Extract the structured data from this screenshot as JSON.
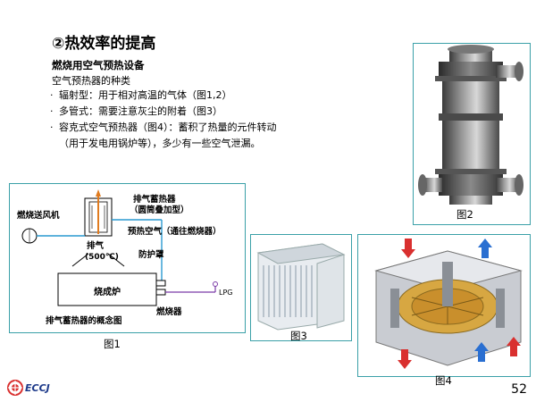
{
  "slide": {
    "title": "②热效率的提高",
    "subtitle": "燃烧用空气预热设备",
    "intro": "空气预热器的种类",
    "bullets": [
      "辐射型：用于相对高温的气体（图1,2）",
      "多管式：需要注意灰尘的附着（图3）",
      "容克式空气预热器（图4）：蓄积了热量的元件转动"
    ],
    "bullet_continuation": "（用于发电用锅炉等），多少有一些空气泄漏。",
    "page_number": "52",
    "logo": "ECCJ",
    "colors": {
      "frame": "#3aa0a8",
      "arrow_red": "#d9302f",
      "arrow_blue": "#2a6fd1",
      "hot": "#e07b1f"
    }
  },
  "figure1": {
    "caption": "图1",
    "labels": {
      "fan": "燃烧送风机",
      "regen": "排气蓄热器",
      "regen_type": "（圆筒叠加型）",
      "preheat_air": "预热空气（通往燃烧器）",
      "exhaust": "排气",
      "exhaust_temp": "(500℃)",
      "guard": "防护罩",
      "furnace": "烧成炉",
      "burner": "燃烧器",
      "lpg": "LPG",
      "concept": "排气蓄热器的概念图"
    }
  },
  "figure2": {
    "caption": "图2"
  },
  "figure3": {
    "caption": "图3"
  },
  "figure4": {
    "caption": "图4"
  }
}
